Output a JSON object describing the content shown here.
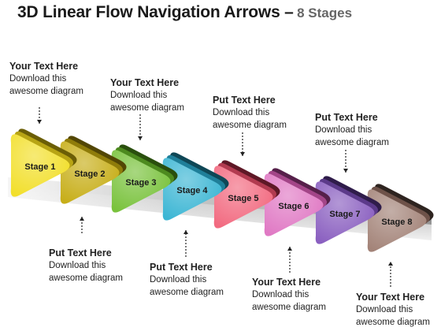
{
  "title": {
    "main": "3D Linear Flow Navigation Arrows –",
    "sub": "8 Stages"
  },
  "stages": [
    {
      "label": "Stage 1",
      "color": "#f2df2b",
      "side": "#b8a414",
      "dark": "#6b5e06"
    },
    {
      "label": "Stage 2",
      "color": "#c7ae18",
      "side": "#8f7c0a",
      "dark": "#524604"
    },
    {
      "label": "Stage 3",
      "color": "#79c23c",
      "side": "#4d8a1f",
      "dark": "#2a4f0e"
    },
    {
      "label": "Stage 4",
      "color": "#3cb6d4",
      "side": "#1f7f99",
      "dark": "#0f4756"
    },
    {
      "label": "Stage 5",
      "color": "#f26a80",
      "side": "#b23b50",
      "dark": "#5e1826"
    },
    {
      "label": "Stage 6",
      "color": "#e079c4",
      "side": "#a34588",
      "dark": "#56204a"
    },
    {
      "label": "Stage 7",
      "color": "#8a5fc0",
      "side": "#5c3a8a",
      "dark": "#2f1c4a"
    },
    {
      "label": "Stage 8",
      "color": "#a38378",
      "side": "#6e5249",
      "dark": "#2e2420"
    }
  ],
  "callouts": [
    {
      "title": "Your Text Here",
      "body": "Download this\nawesome diagram"
    },
    {
      "title": "Put Text Here",
      "body": "Download this\nawesome diagram"
    },
    {
      "title": "Your Text Here",
      "body": "Download this\nawesome diagram"
    },
    {
      "title": "Put Text Here",
      "body": "Download this\nawesome diagram"
    },
    {
      "title": "Put Text Here",
      "body": "Download this\nawesome diagram"
    },
    {
      "title": "Your Text Here",
      "body": "Download this\nawesome diagram"
    },
    {
      "title": "Put Text Here",
      "body": "Download this\nawesome diagram"
    },
    {
      "title": "Your Text Here",
      "body": "Download this\nawesome diagram"
    }
  ]
}
